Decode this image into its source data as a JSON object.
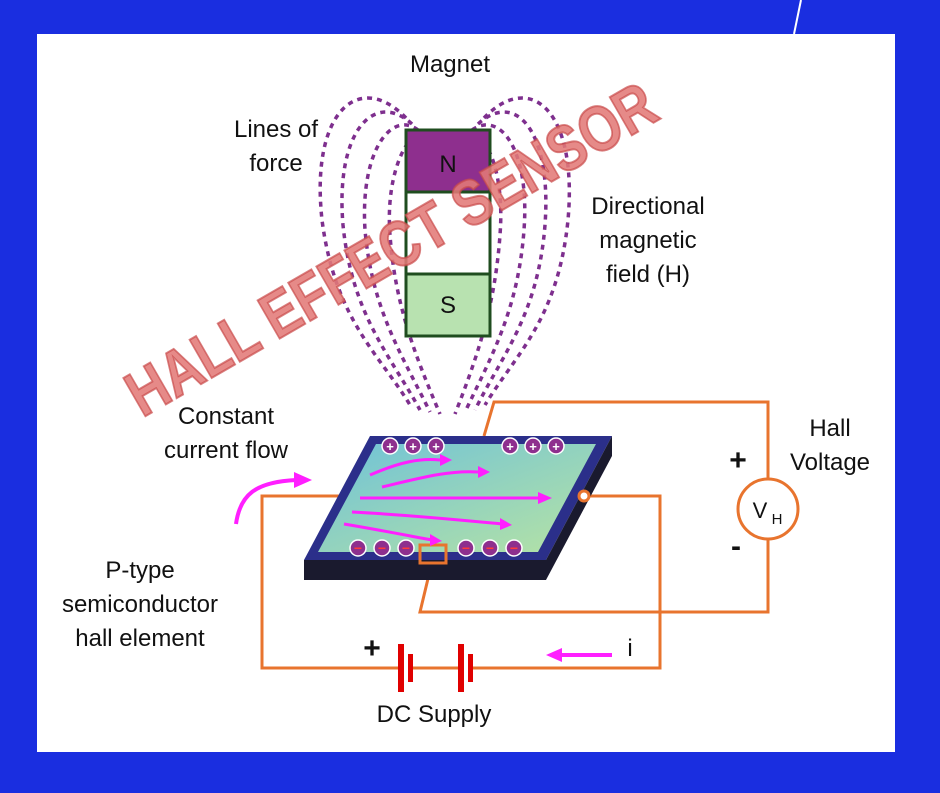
{
  "colors": {
    "background": "#1a2ee0",
    "panel": "#ffffff",
    "field_lines": "#7e2f8e",
    "north": "#8e2f8e",
    "south": "#b8e2b0",
    "magnet_middle": "#ffffff",
    "outline": "#1f4d1f",
    "wire": "#e8742e",
    "current_arrow": "#ff1fff",
    "battery_plate": "#e00000",
    "plate_top": "#9fd6a8",
    "plate_edge": "#2b2f8a",
    "plate_base": "#1a1a2e",
    "watermark": "#e27a78",
    "text": "#111111"
  },
  "labels": {
    "magnet": "Magnet",
    "lines_of_force_1": "Lines of",
    "lines_of_force_2": "force",
    "north_pole": "N",
    "south_pole": "S",
    "directional_1": "Directional",
    "directional_2": "magnetic",
    "directional_3": "field (H)",
    "constant_1": "Constant",
    "constant_2": "current flow",
    "hall_1": "Hall",
    "hall_2": "Voltage",
    "plus_voltage": "+",
    "minus_voltage": "-",
    "voltmeter_v": "V",
    "voltmeter_sub": "H",
    "ptype_1": "P-type",
    "ptype_2": "semiconductor",
    "ptype_3": "hall element",
    "plus_supply": "+",
    "current_i": "i",
    "dc_supply": "DC Supply",
    "watermark": "HALL EFFECT SENSOR",
    "positive_charge": "+",
    "negative_charge": "−"
  }
}
